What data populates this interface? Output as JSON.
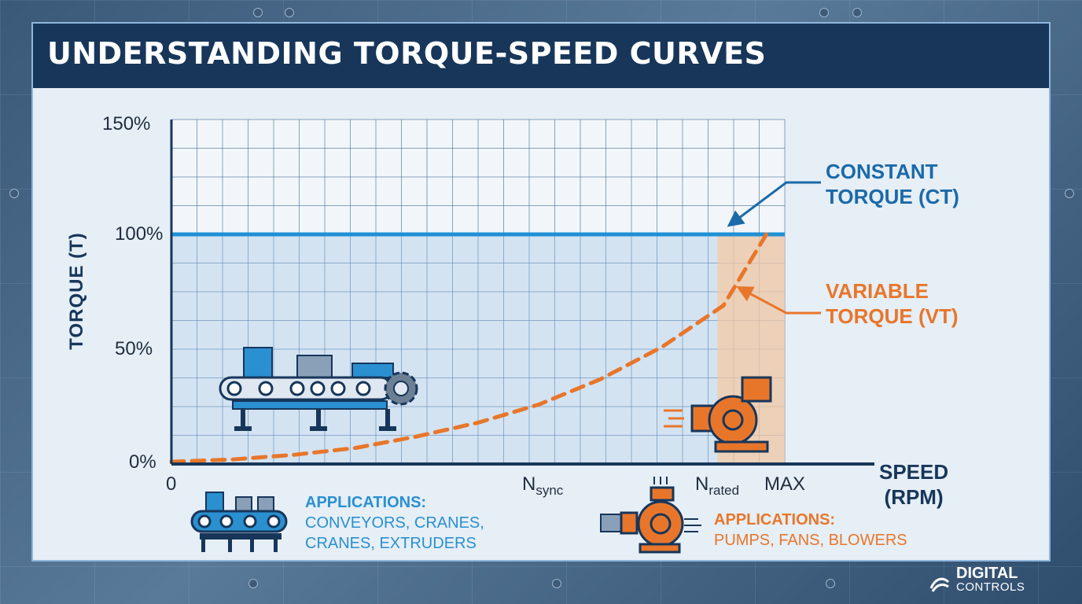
{
  "title": "UNDERSTANDING TORQUE-SPEED CURVES",
  "chart_data": {
    "type": "line",
    "xlabel": "SPEED (RPM)",
    "xlabel_lines": [
      "SPEED",
      "(RPM)"
    ],
    "ylabel": "TORQUE (T)",
    "ylim": [
      0,
      150
    ],
    "xlim": [
      0,
      1
    ],
    "y_ticks": [
      "0%",
      "50%",
      "100%",
      "150%"
    ],
    "x_ticks": [
      {
        "main": "0",
        "sub": ""
      },
      {
        "main": "N",
        "sub": "sync"
      },
      {
        "main": "N",
        "sub": "rated"
      },
      {
        "main": "MAX",
        "sub": ""
      }
    ],
    "grid": true,
    "series": [
      {
        "name": "CONSTANT TORQUE (CT)",
        "name_lines": [
          "CONSTANT",
          "TORQUE (CT)"
        ],
        "style": "solid",
        "color": "#1e90d6",
        "x": [
          0,
          1
        ],
        "y": [
          100,
          100
        ]
      },
      {
        "name": "VARIABLE TORQUE (VT)",
        "name_lines": [
          "VARIABLE",
          "TORQUE (VT)"
        ],
        "style": "dashed",
        "color": "#e8762a",
        "x": [
          0,
          0.1,
          0.2,
          0.3,
          0.4,
          0.5,
          0.6,
          0.7,
          0.8,
          0.9,
          0.97
        ],
        "y": [
          1,
          2,
          4,
          7,
          12,
          18,
          26,
          37,
          51,
          69,
          100
        ]
      }
    ]
  },
  "applications": {
    "ct": {
      "heading": "APPLICATIONS:",
      "line1": "CONVEYORS, CRANES,",
      "line2": "CRANES, EXTRUDERS"
    },
    "vt": {
      "heading": "APPLICATIONS:",
      "line1": "PUMPS, FANS, BLOWERS"
    }
  },
  "logo": {
    "line1": "DIGITAL",
    "line2": "CONTROLS"
  },
  "colors": {
    "ct": "#1e90d6",
    "vt": "#e8762a",
    "navy": "#17365a",
    "grid": "#2f5f8f"
  },
  "icons": [
    "conveyor-icon",
    "centrifugal-pump-icon",
    "gear-icon",
    "logo-icon"
  ]
}
